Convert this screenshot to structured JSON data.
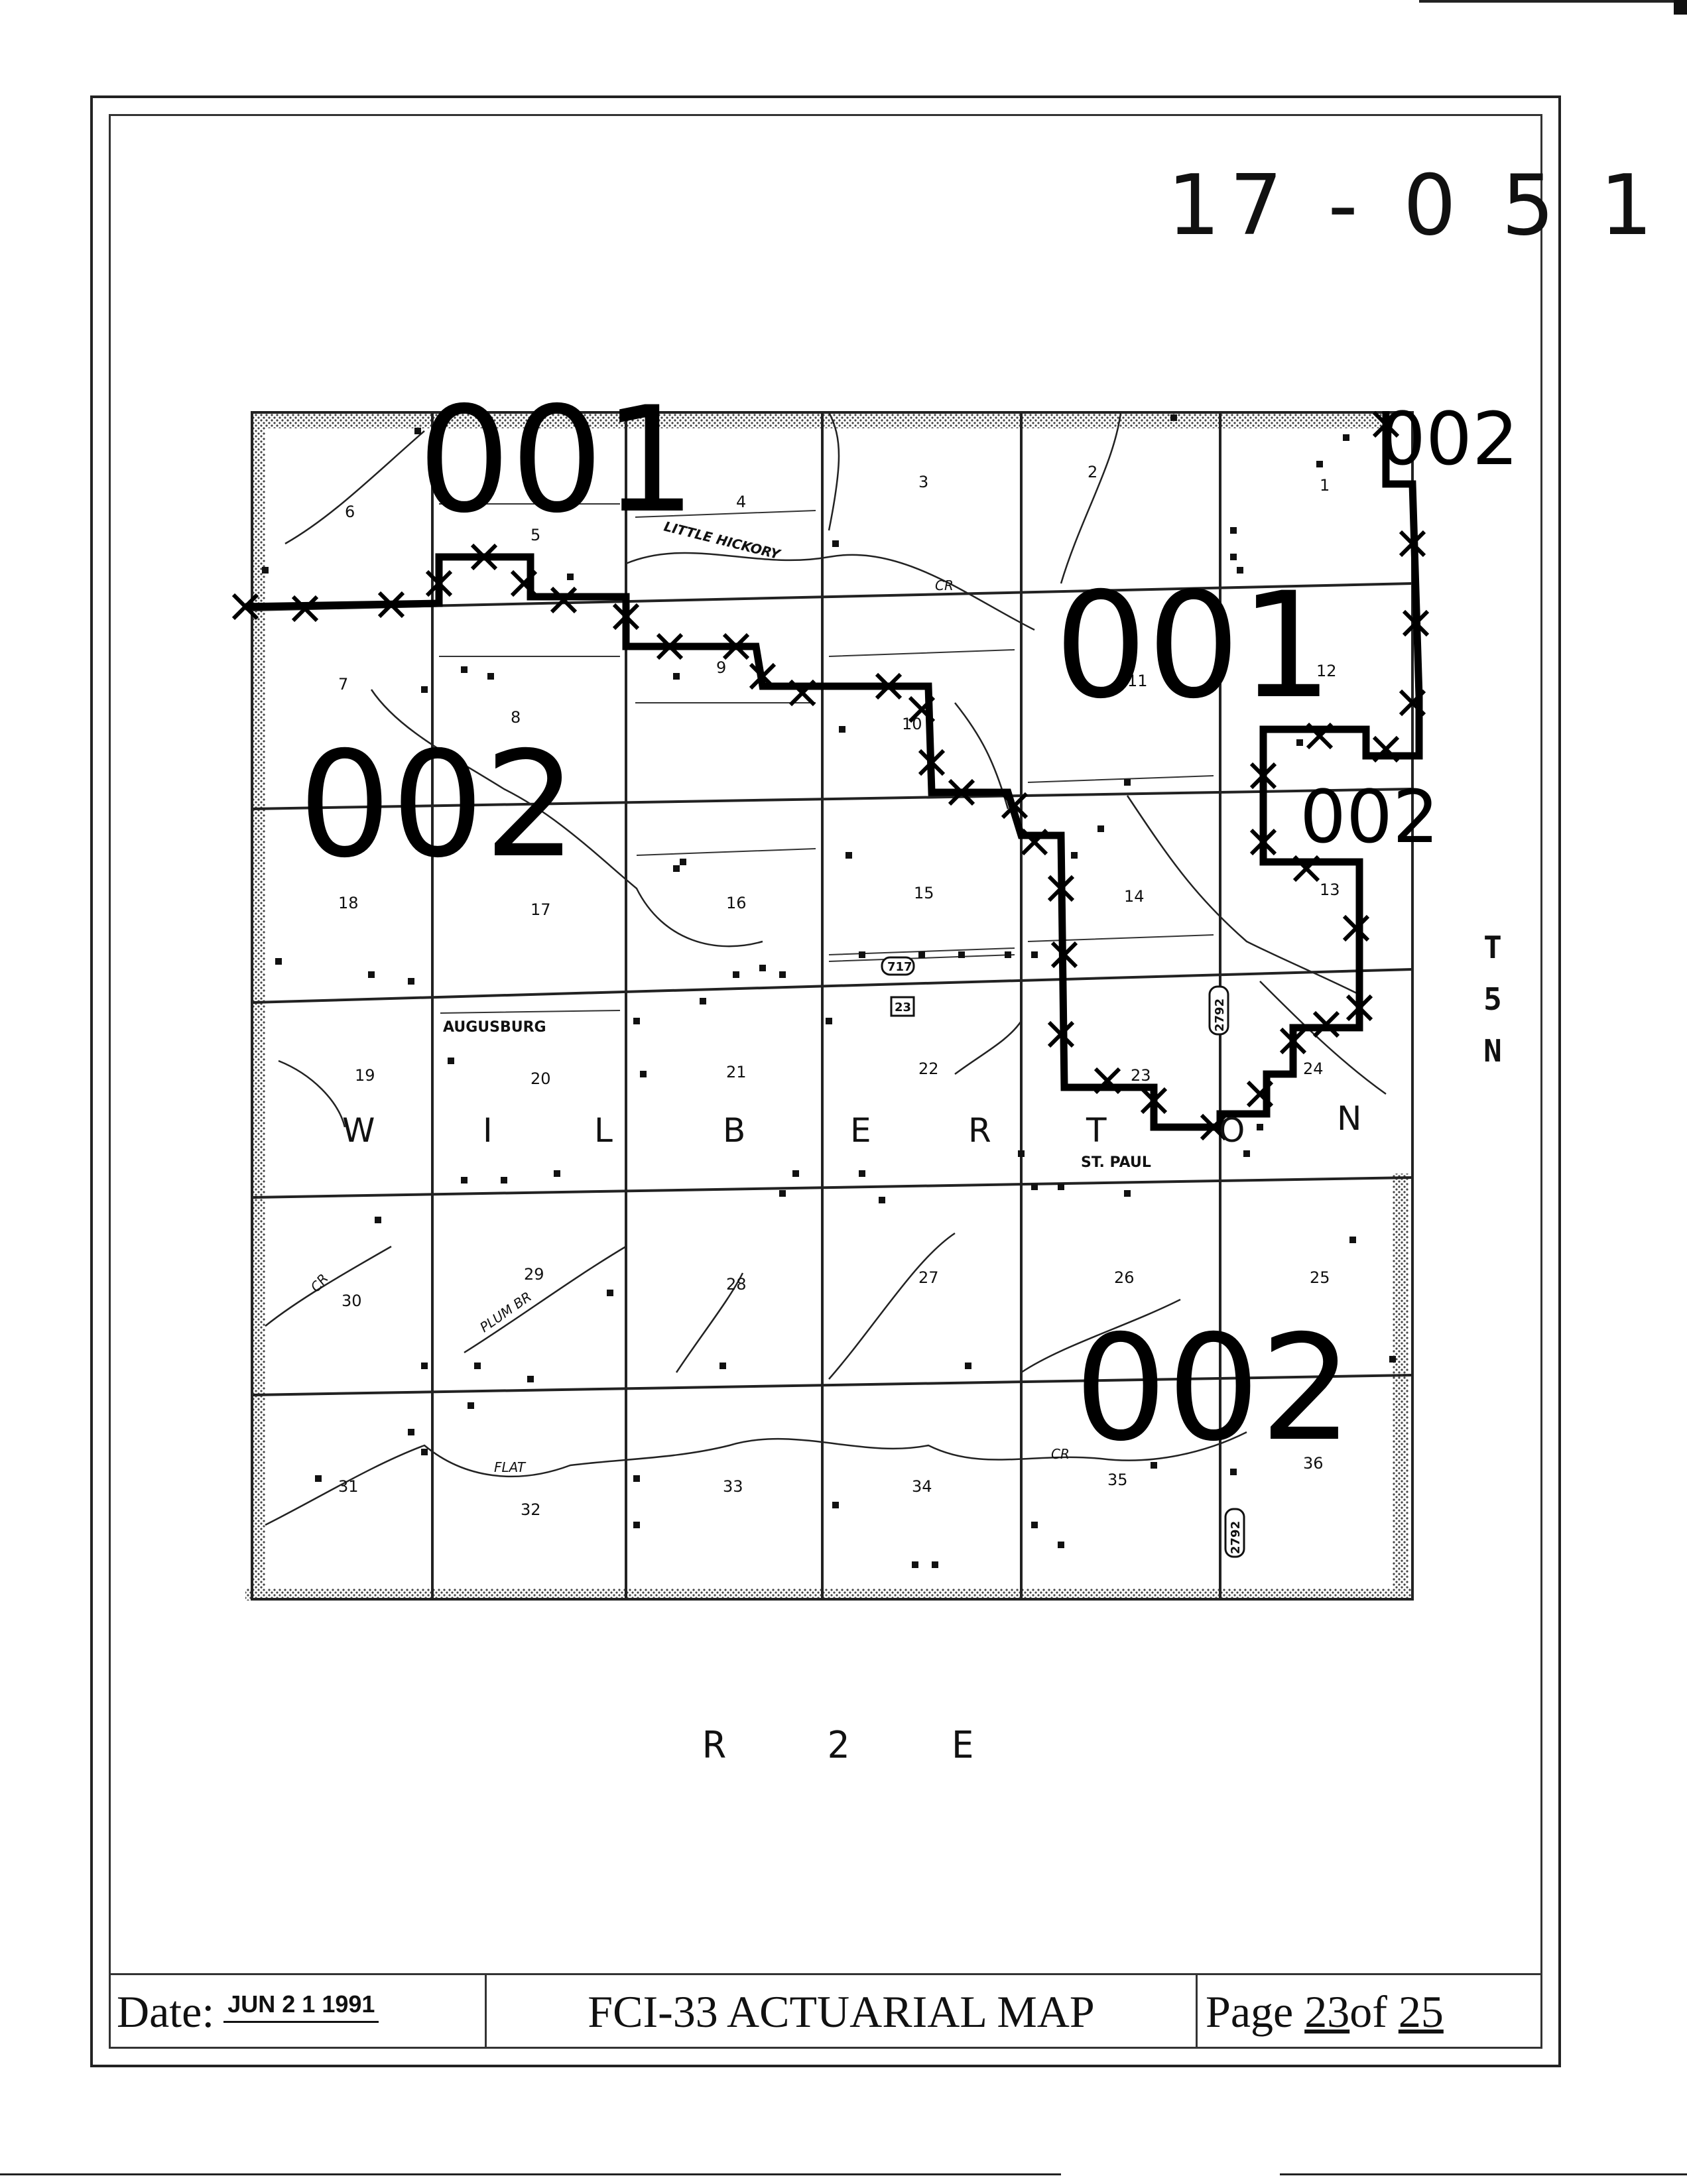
{
  "map_number": "17 - 0 5 1",
  "range_label": "R 2 E",
  "township_label": [
    "T",
    "5",
    "N"
  ],
  "township_name": [
    "W",
    "I",
    "L",
    "B",
    "E",
    "R",
    "T",
    "O",
    "N"
  ],
  "place_names": {
    "augusburg": "AUGUSBURG",
    "st_paul": "ST. PAUL"
  },
  "streams": {
    "little_hickory": "LITTLE HICKORY",
    "cr_upper": "CR",
    "plum_br": "PLUM BR",
    "cr_left": "CR",
    "flat": "FLAT",
    "cr_lower": "CR"
  },
  "route_markers": [
    "717",
    "23",
    "2792",
    "2792"
  ],
  "sections": [
    "6",
    "5",
    "4",
    "3",
    "2",
    "1",
    "7",
    "8",
    "9",
    "10",
    "11",
    "12",
    "18",
    "17",
    "16",
    "15",
    "14",
    "13",
    "19",
    "20",
    "21",
    "22",
    "23",
    "24",
    "30",
    "29",
    "28",
    "27",
    "26",
    "25",
    "31",
    "32",
    "33",
    "34",
    "35",
    "36"
  ],
  "zones": [
    {
      "id": "001",
      "label": "001",
      "where": "upper-left"
    },
    {
      "id": "002",
      "label": "002",
      "where": "top-right"
    },
    {
      "id": "001b",
      "label": "001",
      "where": "upper-right"
    },
    {
      "id": "002b",
      "label": "002",
      "where": "left"
    },
    {
      "id": "002c",
      "label": "002",
      "where": "right"
    },
    {
      "id": "002d",
      "label": "002",
      "where": "lower-right"
    }
  ],
  "footer": {
    "date_label": "Date:",
    "date_value": "JUN 2 1 1991",
    "title": "FCI-33 ACTUARIAL MAP",
    "page_label": "Page",
    "page_current": "23",
    "page_of": "of",
    "page_total": "25"
  },
  "colors": {
    "ink": "#111111",
    "shade": "#bfbfbf"
  }
}
